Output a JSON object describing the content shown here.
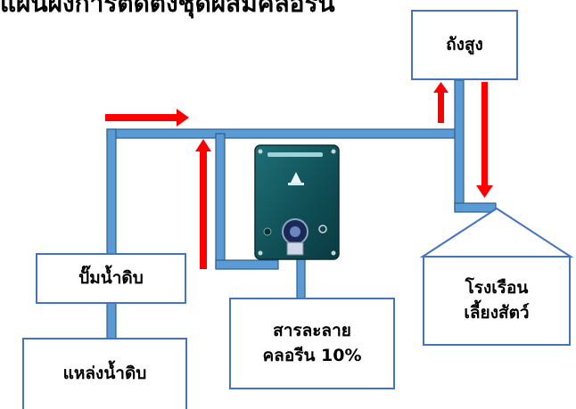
{
  "title": "แผนผังการติดตั้งชุดผสมคลอรีน",
  "boxes": {
    "tank": "ถังสูง",
    "barn_line1": "โรงเรือน",
    "barn_line2": "เลี้ยงสัตว์",
    "pump": "ปั๊มน้ำดิบ",
    "source": "แหล่งน้ำดิบ",
    "solution_line1": "สารละลาย",
    "solution_line2": "คลอรีน 10%"
  },
  "colors": {
    "pipe": "#5b9bd5",
    "pipe_edge": "#2e5e8e",
    "arrow": "#ff0000",
    "box_border": "#4472c4"
  },
  "icons": {
    "dosing_pump": "chlorine-dosing-pump-icon"
  }
}
